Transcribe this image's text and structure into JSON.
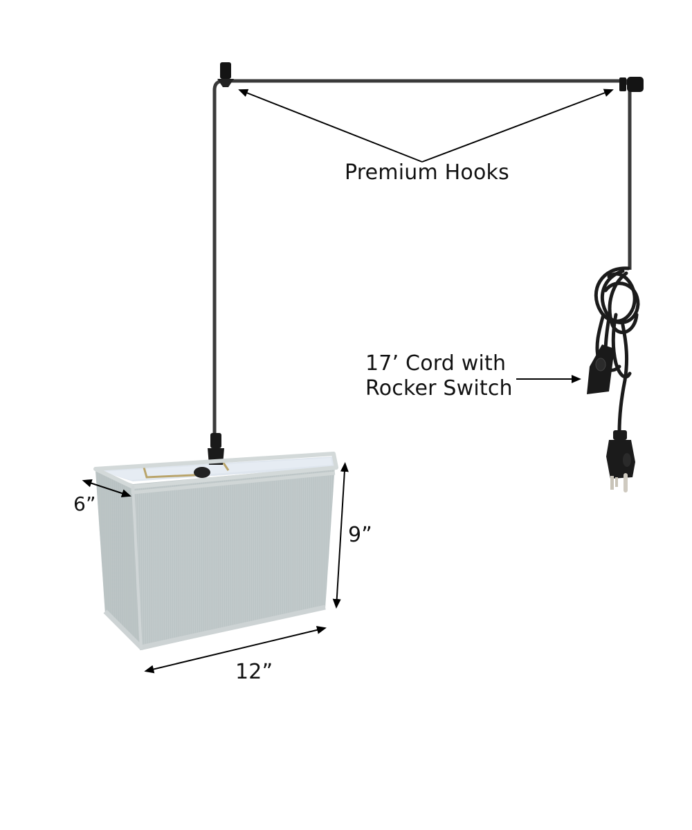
{
  "product": "Swag hanging rectangular shade pendant lamp kit",
  "callouts": {
    "hooks": "Premium Hooks",
    "cord_line1": "17’ Cord with",
    "cord_line2": "Rocker Switch"
  },
  "dimensions": {
    "depth": "6”",
    "height": "9”",
    "width": "12”"
  },
  "colors": {
    "background": "#ffffff",
    "rod": "#3a3a3a",
    "hook": "#141414",
    "cord": "#1b1b1b",
    "shade_fabric": "#c3cbcc",
    "shade_edge": "#d3d9d9",
    "shade_interior": "#dfe6ee",
    "harp_brass": "#b9a46a",
    "arrow": "#000000"
  },
  "icons": [
    "arrow-icon",
    "hook-icon",
    "rocker-switch-icon",
    "plug-icon"
  ]
}
